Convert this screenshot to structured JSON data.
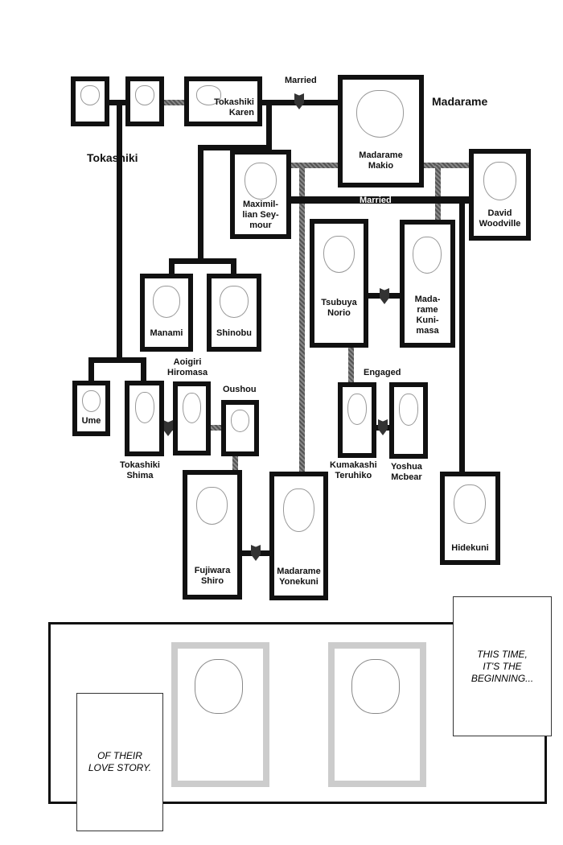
{
  "family_labels": {
    "tokashiki": "Tokashiki",
    "madarame": "Madarame"
  },
  "relations": {
    "married_1": "Married",
    "married_2": "Married",
    "engaged": "Engaged"
  },
  "people": {
    "karen": "Tokashiki\nKaren",
    "makio": "Madarame\nMakio",
    "maximillian": "Maximil-\nlian Sey-\nmour",
    "david": "David\nWoodville",
    "tsubuya": "Tsubuya\nNorio",
    "kunimasa": "Mada-\nrame\nKuni-\nmasa",
    "manami": "Manami",
    "shinobu": "Shinobu",
    "ume": "Ume",
    "shima": "Tokashiki\nShima",
    "aoigiri": "Aoigiri\nHiromasa",
    "oushou": "Oushou",
    "fujiwara": "Fujiwara\nShiro",
    "yonekuni": "Madarame\nYonekuni",
    "kumakashi": "Kumakashi\nTeruhiko",
    "yoshua": "Yoshua\nMcbear",
    "hidekuni": "Hidekuni"
  },
  "captions": {
    "this_time": "THIS TIME,\nIT'S THE\nBEGINNING...",
    "of_their": "OF THEIR\nLOVE STORY."
  }
}
